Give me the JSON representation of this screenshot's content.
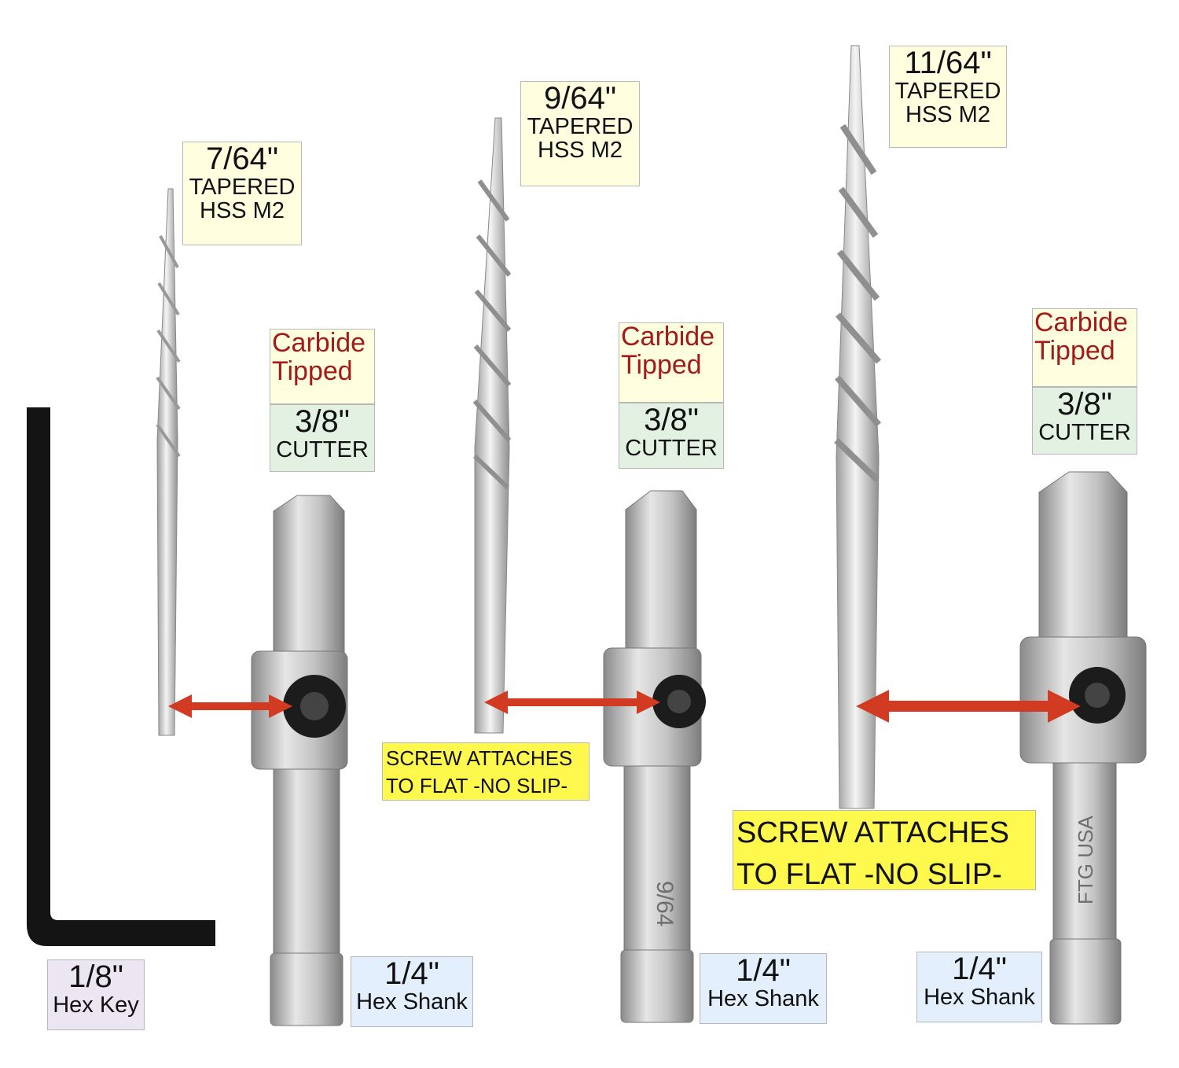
{
  "bits": [
    {
      "size": "7/64\"",
      "line1": "TAPERED",
      "line2": "HSS M2"
    },
    {
      "size": "9/64\"",
      "line1": "TAPERED",
      "line2": "HSS M2"
    },
    {
      "size": "11/64\"",
      "line1": "TAPERED",
      "line2": "HSS M2"
    }
  ],
  "carbide": [
    {
      "line1": "Carbide",
      "line2": "Tipped"
    },
    {
      "line1": "Carbide",
      "line2": "Tipped"
    },
    {
      "line1": "Carbide",
      "line2": "Tipped"
    }
  ],
  "cutters": [
    {
      "size": "3/8\"",
      "label": "CUTTER"
    },
    {
      "size": "3/8\"",
      "label": "CUTTER"
    },
    {
      "size": "3/8\"",
      "label": "CUTTER"
    }
  ],
  "shanks": [
    {
      "size": "1/4\"",
      "label": "Hex Shank"
    },
    {
      "size": "1/4\"",
      "label": "Hex Shank"
    },
    {
      "size": "1/4\"",
      "label": "Hex Shank"
    }
  ],
  "hex_key": {
    "size": "1/8\"",
    "label": "Hex Key"
  },
  "notes": [
    {
      "line1": "SCREW ATTACHES",
      "line2": "TO FLAT -NO SLIP-"
    },
    {
      "line1": "SCREW ATTACHES",
      "line2": "TO FLAT -NO SLIP-"
    }
  ],
  "engravings": [
    "9/64",
    "FTG USA"
  ],
  "colors": {
    "arrow": "#d13b22",
    "carbide_text": "#a31a1a",
    "steel": "#b8b8b8",
    "hex_key": "#141414"
  }
}
